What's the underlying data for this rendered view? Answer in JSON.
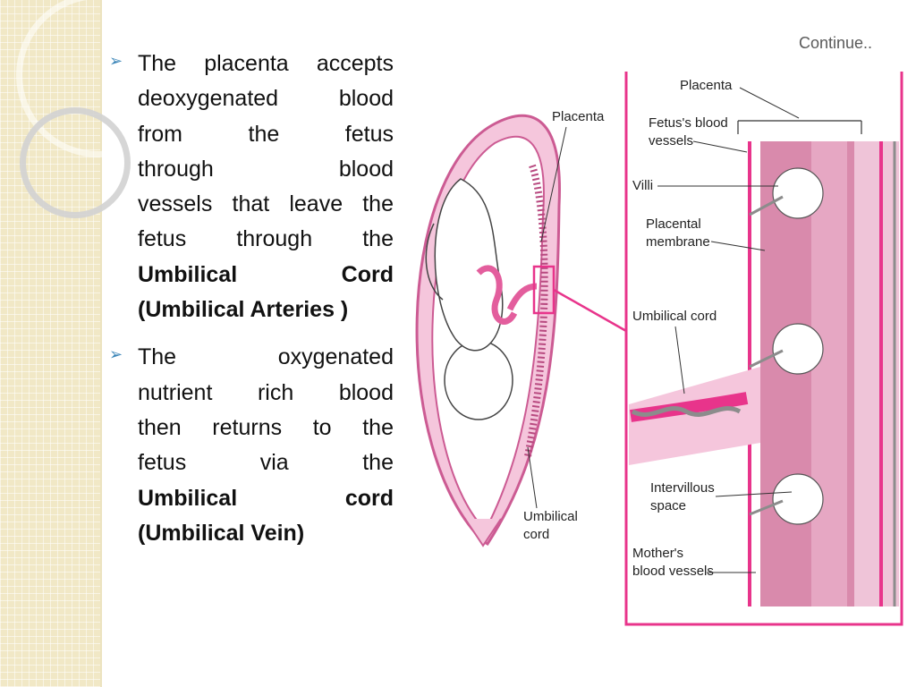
{
  "header": {
    "continue_label": "Continue.."
  },
  "bullets": [
    {
      "lines": [
        "The placenta accepts",
        "deoxygenated blood",
        "from the fetus",
        "through blood",
        "vessels that leave the",
        "fetus through the"
      ],
      "bold_lines": [
        "Umbilical Cord",
        "(Umbilical Arteries )"
      ]
    },
    {
      "lines": [
        "The oxygenated",
        "nutrient rich blood",
        "then returns to the",
        "fetus via the"
      ],
      "bold_lines": [
        "Umbilical cord",
        "(Umbilical Vein)"
      ]
    }
  ],
  "figure_labels": {
    "placenta_left": "Placenta",
    "umbilical_left_1": "Umbilical",
    "umbilical_left_2": "cord",
    "placenta_right": "Placenta",
    "fetus_vessels_1": "Fetus's blood",
    "fetus_vessels_2": "vessels",
    "villi": "Villi",
    "membrane_1": "Placental",
    "membrane_2": "membrane",
    "umbilical_right": "Umbilical cord",
    "intervillous_1": "Intervillous",
    "intervillous_2": "space",
    "mothers_1": "Mother's",
    "mothers_2": "blood vessels"
  },
  "colors": {
    "magenta": "#e8348b",
    "pink_fill": "#f5c6dc",
    "tissue": "#d98aac",
    "bullet_arrow": "#3c86b8"
  }
}
